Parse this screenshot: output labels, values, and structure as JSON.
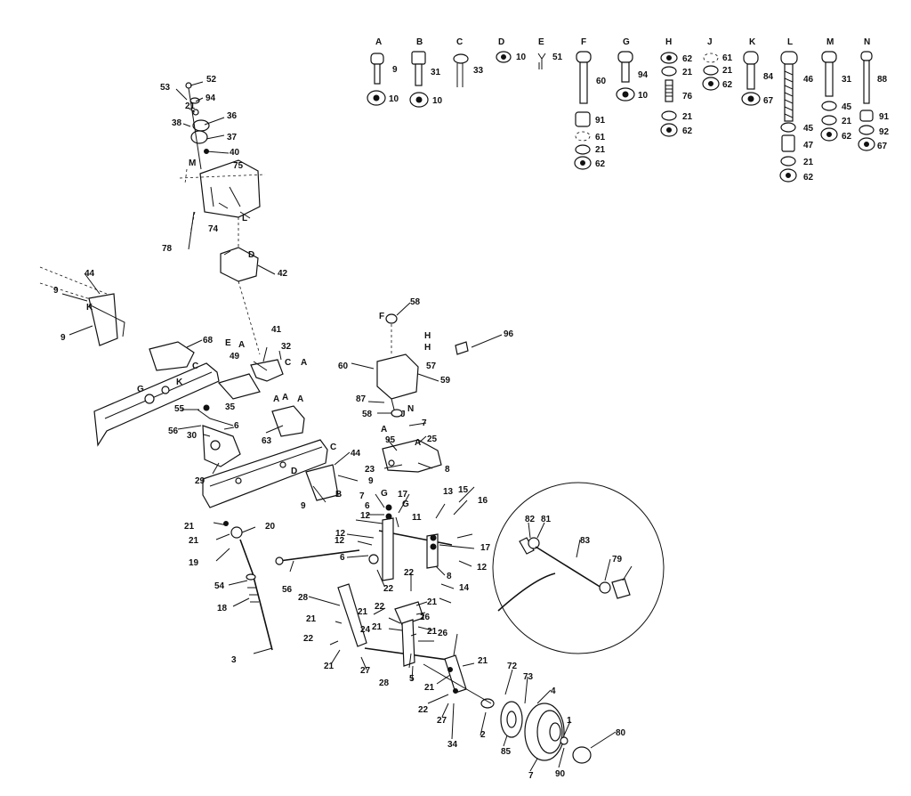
{
  "hardware_columns": [
    {
      "key": "A",
      "parts": [
        "9",
        "10"
      ]
    },
    {
      "key": "B",
      "parts": [
        "31",
        "10"
      ]
    },
    {
      "key": "C",
      "parts": [
        "33"
      ]
    },
    {
      "key": "D",
      "parts": [
        "10"
      ]
    },
    {
      "key": "E",
      "parts": [
        "51"
      ]
    },
    {
      "key": "F",
      "parts": [
        "60",
        "91",
        "61",
        "21",
        "62"
      ]
    },
    {
      "key": "G",
      "parts": [
        "94",
        "10"
      ]
    },
    {
      "key": "H",
      "parts": [
        "62",
        "21",
        "76",
        "21",
        "62"
      ]
    },
    {
      "key": "J",
      "parts": [
        "61",
        "21",
        "62"
      ]
    },
    {
      "key": "K",
      "parts": [
        "84",
        "67"
      ]
    },
    {
      "key": "L",
      "parts": [
        "46",
        "45",
        "47",
        "21",
        "62"
      ]
    },
    {
      "key": "M",
      "parts": [
        "31",
        "45",
        "21",
        "62"
      ]
    },
    {
      "key": "N",
      "parts": [
        "88",
        "91",
        "92",
        "67"
      ]
    }
  ],
  "callouts": [
    "52",
    "53",
    "94",
    "21",
    "36",
    "38",
    "37",
    "40",
    "75",
    "74",
    "78",
    "42",
    "44",
    "9",
    "9",
    "68",
    "49",
    "41",
    "32",
    "55",
    "56",
    "30",
    "35",
    "6",
    "63",
    "29",
    "44",
    "9",
    "9",
    "58",
    "96",
    "60",
    "57",
    "59",
    "87",
    "58",
    "7",
    "95",
    "25",
    "23",
    "8",
    "17",
    "13",
    "15",
    "16",
    "11",
    "7",
    "6",
    "12",
    "12",
    "6",
    "12",
    "17",
    "12",
    "8",
    "14",
    "22",
    "21",
    "21",
    "19",
    "20",
    "56",
    "54",
    "18",
    "28",
    "22",
    "22",
    "21",
    "21",
    "27",
    "21",
    "22",
    "21",
    "24",
    "21",
    "21",
    "26",
    "28",
    "26",
    "5",
    "21",
    "21",
    "22",
    "27",
    "34",
    "3",
    "72",
    "73",
    "4",
    "2",
    "85",
    "1",
    "7",
    "90",
    "80",
    "82",
    "81",
    "83",
    "79"
  ],
  "letters": [
    "M",
    "L",
    "D",
    "K",
    "C",
    "E",
    "A",
    "G",
    "K",
    "C",
    "A",
    "C",
    "A",
    "A",
    "A",
    "D",
    "B",
    "F",
    "H",
    "H",
    "N",
    "J",
    "A",
    "A",
    "G",
    "G"
  ]
}
